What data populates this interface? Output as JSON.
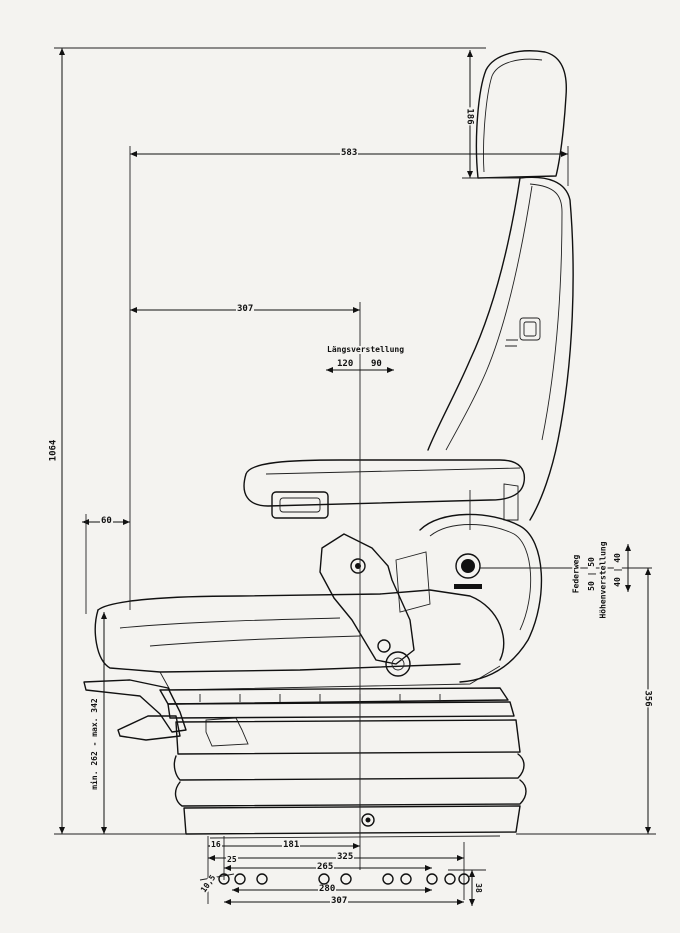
{
  "labels": {
    "overall_height": "1064",
    "headrest_height": "186",
    "depth_total": "583",
    "depth_to_axis": "307",
    "front_offset": "60",
    "length_adjust_title": "Längsverstellung",
    "length_adjust_back": "120",
    "length_adjust_front": "90",
    "seat_height_range": "min. 262 - max. 342",
    "suspension_title": "Federweg",
    "suspension_values": "50 | 50",
    "height_adjust_title": "Höhenverstellung",
    "height_adjust_values": "40 | 40",
    "base_to_axis_height": "356",
    "base_16": "16",
    "base_181": "181",
    "base_325": "325",
    "base_25": "25",
    "base_265": "265",
    "base_10_5": "10,5",
    "base_280": "280",
    "base_307": "307",
    "base_38": "38"
  }
}
